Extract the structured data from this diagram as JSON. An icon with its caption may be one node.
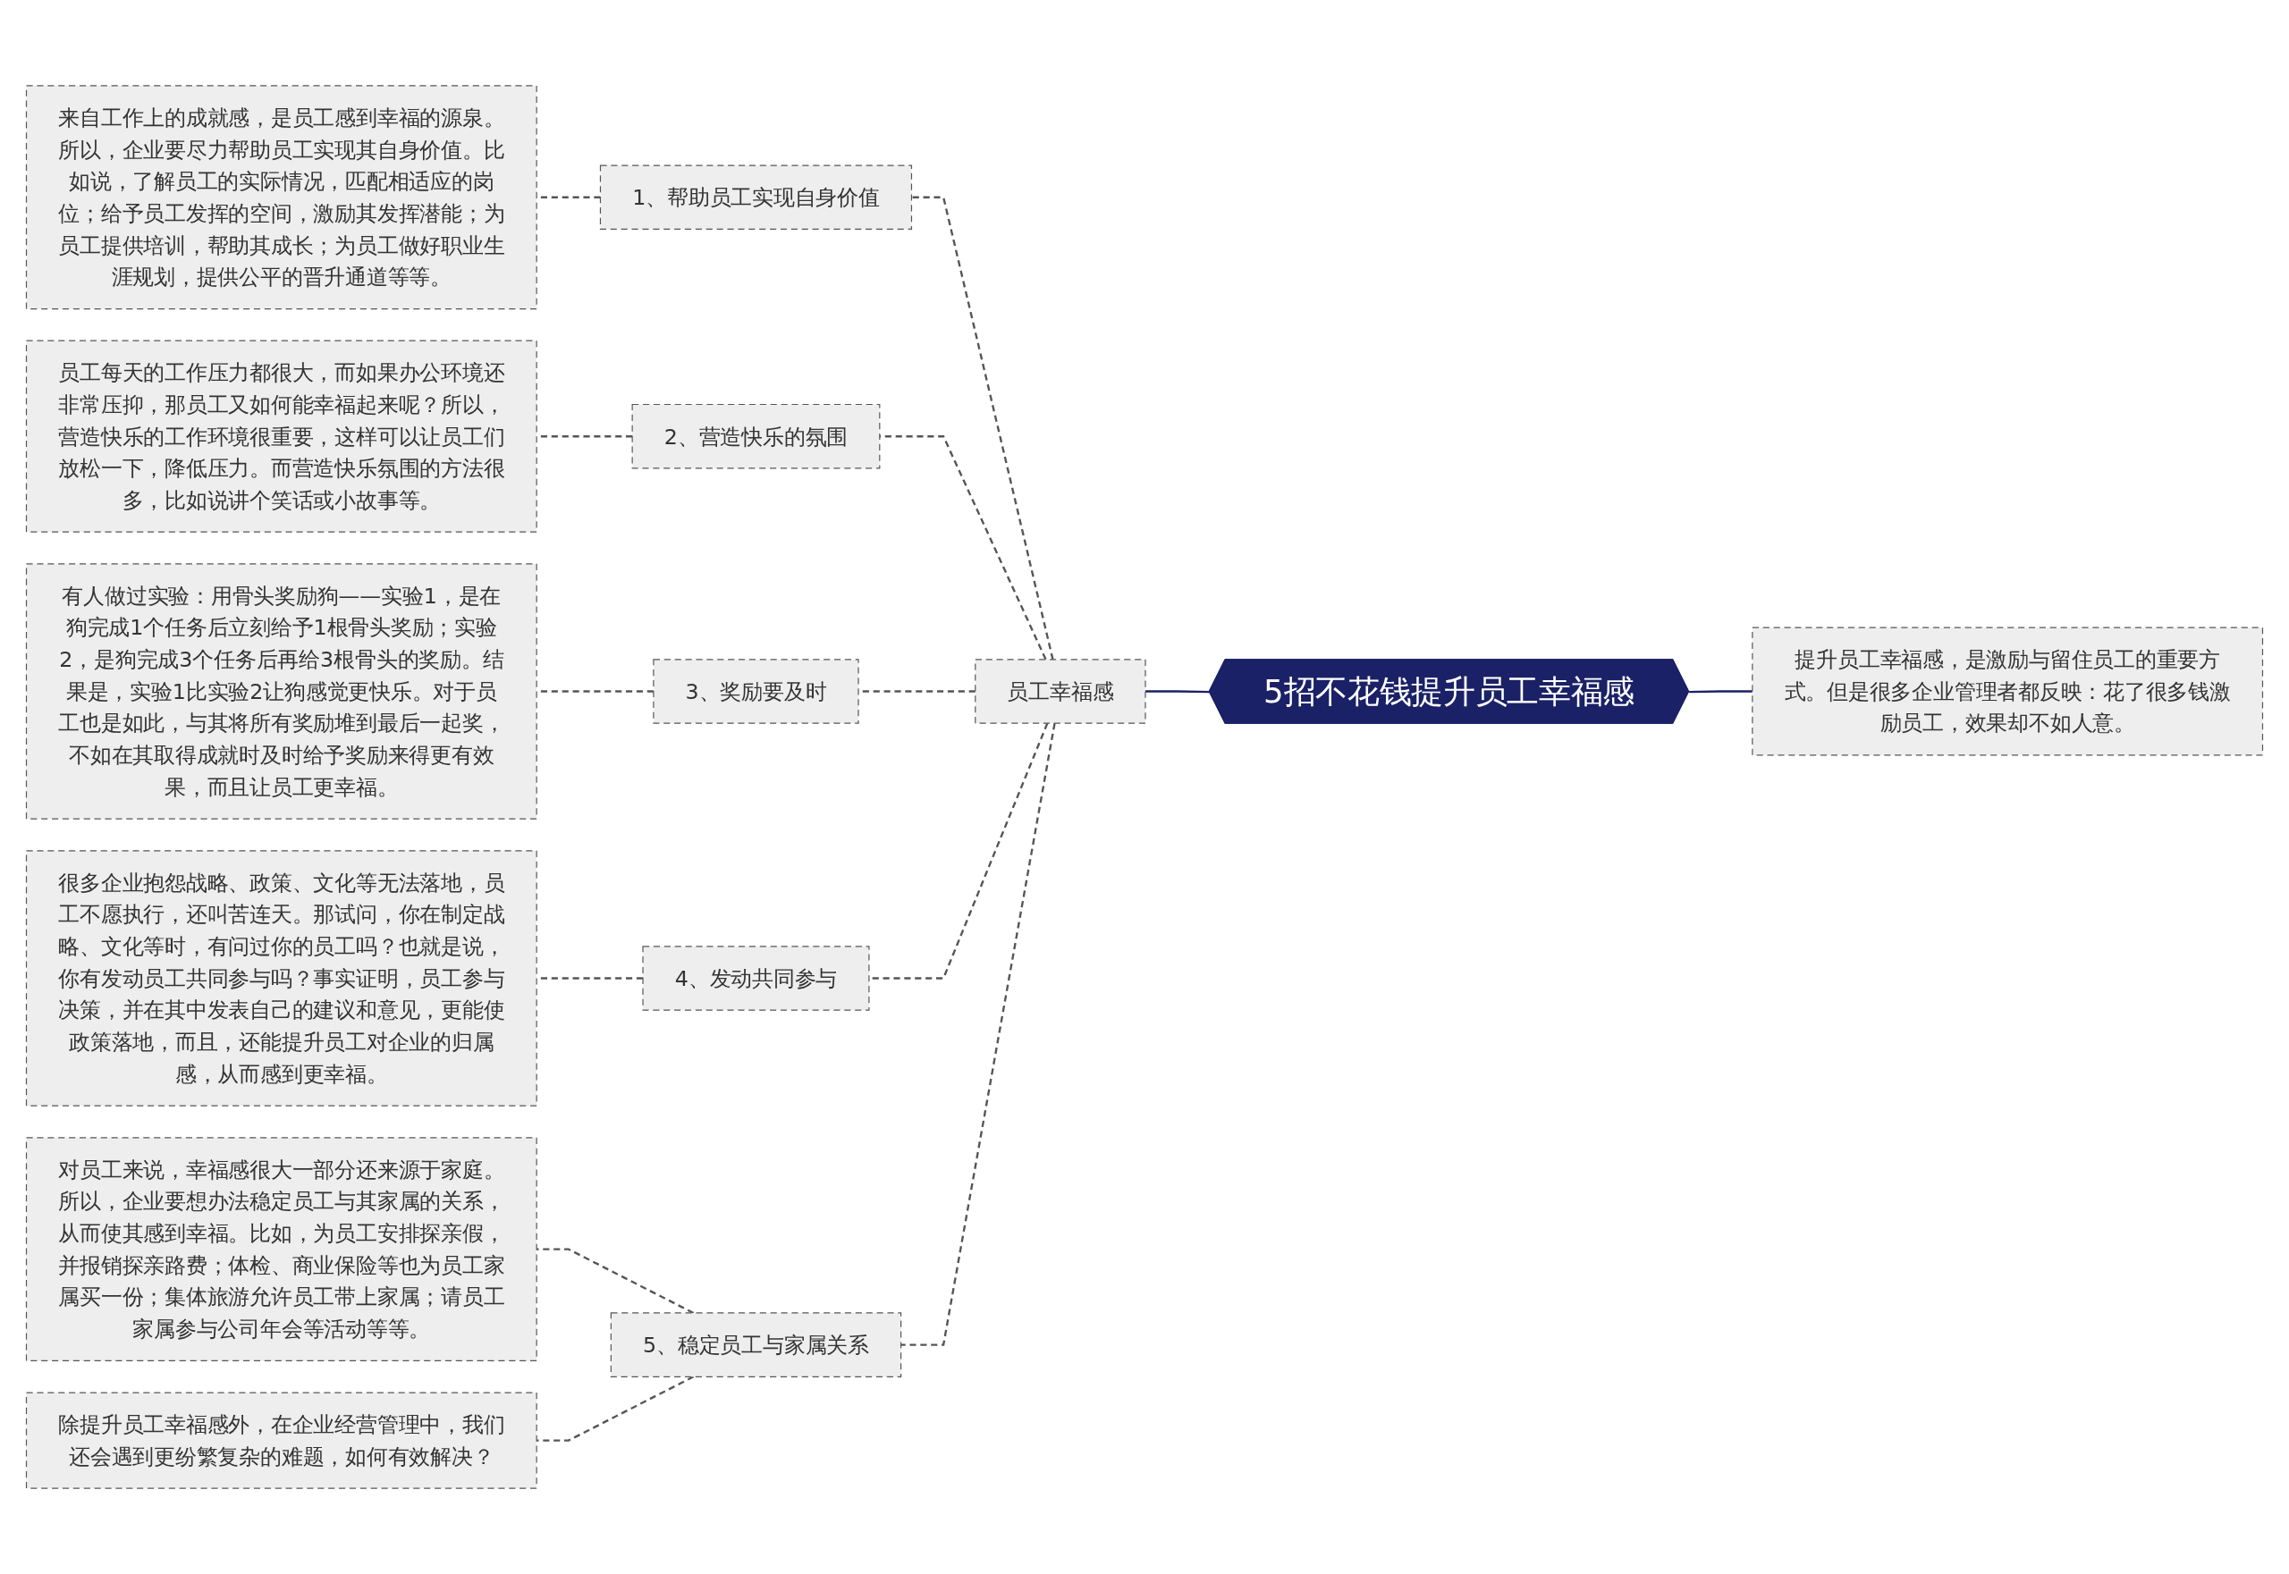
{
  "diagram": {
    "nodes": [
      {
        "text": [
          "5招不花钱提升员工幸福感"
        ]
      },
      {
        "text": [
          "提升员工幸福感，是激励与留住员工的重要方式。但是很多企业管理者都反映：花了很多钱激励员工，效果却不如人意。"
        ]
      },
      {
        "text": [
          "员工幸福感"
        ]
      },
      {
        "text": [
          "1、帮助员工实现自身价值"
        ]
      },
      {
        "text": [
          "来自工作上的成就感，是员工感到幸福的源泉。所以，企业要尽力帮助员工实现其自身价值。比如说，了解员工的实际情况，匹配相适应的岗位；给予员工发挥的空间，激励其发挥潜能；为员工提供培训，帮助其成长；为员工做好职业生涯规划，提供公平的晋升通道等等。"
        ]
      },
      {
        "text": [
          "2、营造快乐的氛围"
        ]
      },
      {
        "text": [
          "员工每天的工作压力都很大，而如果办公环境还非常压抑，那员工又如何能幸福起来呢？所以，营造快乐的工作环境很重要，这样可以让员工们放松一下，降低压力。而营造快乐氛围的方法很多，比如说讲个笑话或小故事等。"
        ]
      },
      {
        "text": [
          "3、奖励要及时"
        ]
      },
      {
        "text": [
          "有人做过实验：用骨头奖励狗——实验1，是在狗完成1个任务后立刻给予1根骨头奖励；实验2，是狗完成3个任务后再给3根骨头的奖励。结果是，实验1比实验2让狗感觉更快乐。对于员工也是如此，与其将所有奖励堆到最后一起奖，不如在其取得成就时及时给予奖励来得更有效果，而且让员工更幸福。"
        ]
      },
      {
        "text": [
          "4、发动共同参与"
        ]
      },
      {
        "text": [
          "很多企业抱怨战略、政策、文化等无法落地，员工不愿执行，还叫苦连天。那试问，你在制定战略、文化等时，有问过你的员工吗？也就是说，你有发动员工共同参与吗？事实证明，员工参与决策，并在其中发表自己的建议和意见，更能使政策落地，而且，还能提升员工对企业的归属感，从而感到更幸福。"
        ]
      },
      {
        "text": [
          "5、稳定员工与家属关系"
        ]
      },
      {
        "text": [
          "对员工来说，幸福感很大一部分还来源于家庭。所以，企业要想办法稳定员工与其家属的关系，从而使其感到幸福。比如，为员工安排探亲假，并报销探亲路费；体检、商业保险等也为员工家属买一份；集体旅游允许员工带上家属；请员工家属参与公司年会等活动等等。"
        ]
      },
      {
        "text": [
          "除提升员工幸福感外，在企业经营管理中，我们还会遇到更纷繁复杂的难题，如何有效解决？"
        ]
      }
    ],
    "edges": [
      {
        "from": 0,
        "to": 1,
        "arrow": "none",
        "color": "#1b2166"
      },
      {
        "from": 0,
        "to": 2,
        "arrow": "none",
        "color": "#1b2166"
      },
      {
        "from": 2,
        "to": 3,
        "arrow": "none",
        "style": "dashed"
      },
      {
        "from": 3,
        "to": 4,
        "arrow": "none",
        "style": "dashed"
      },
      {
        "from": 2,
        "to": 5,
        "arrow": "none",
        "style": "dashed"
      },
      {
        "from": 5,
        "to": 6,
        "arrow": "none",
        "style": "dashed"
      },
      {
        "from": 2,
        "to": 7,
        "arrow": "none",
        "style": "dashed"
      },
      {
        "from": 7,
        "to": 8,
        "arrow": "none",
        "style": "dashed"
      },
      {
        "from": 2,
        "to": 9,
        "arrow": "none",
        "style": "dashed"
      },
      {
        "from": 9,
        "to": 10,
        "arrow": "none",
        "style": "dashed"
      },
      {
        "from": 2,
        "to": 11,
        "arrow": "none",
        "style": "dashed"
      },
      {
        "from": 11,
        "to": 12,
        "arrow": "none",
        "style": "dashed"
      },
      {
        "from": 11,
        "to": 13,
        "arrow": "none",
        "style": "dashed"
      }
    ]
  }
}
